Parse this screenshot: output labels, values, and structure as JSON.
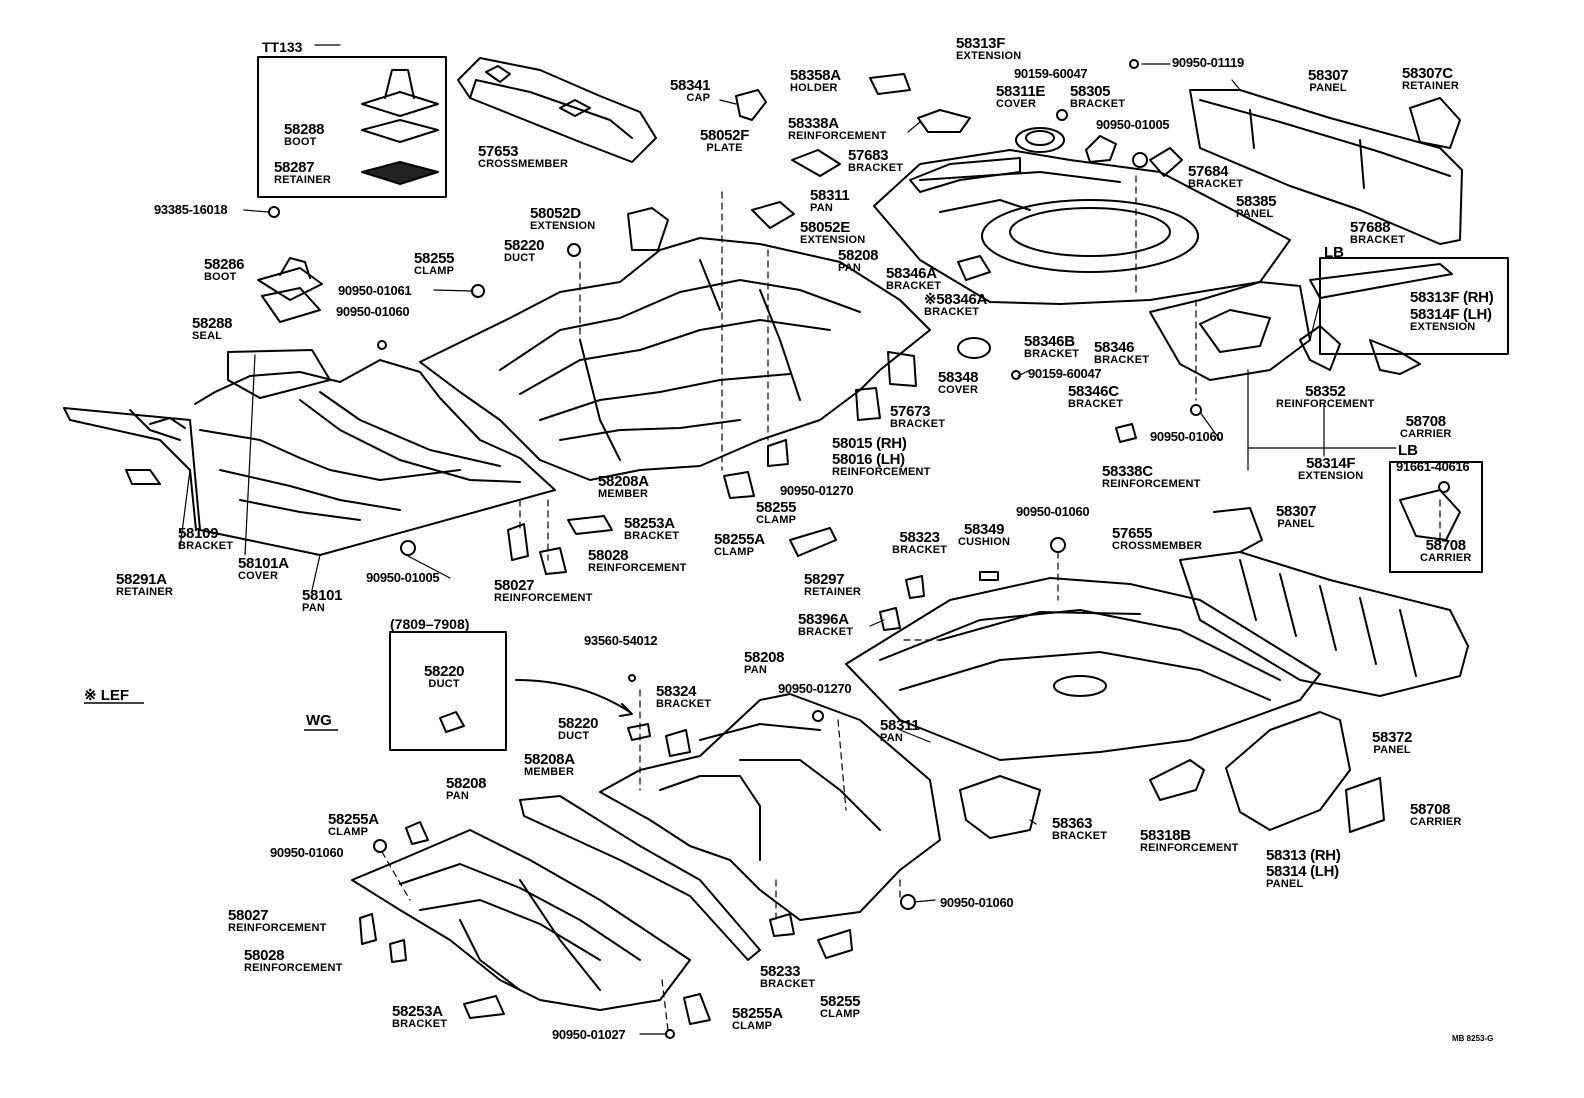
{
  "diagram": {
    "footer_code": "MB 8253-G",
    "insets": {
      "tt133": "TT133",
      "date_range": "(7809–7908)",
      "lef_note": "※ LEF",
      "wg_note": "WG",
      "lb_top": "LB",
      "lb_bottom": "LB"
    },
    "parts": [
      {
        "num": "TT133",
        "desc": ""
      },
      {
        "num": "58288",
        "desc": "BOOT"
      },
      {
        "num": "58287",
        "desc": "RETAINER"
      },
      {
        "num": "93385-16018",
        "desc": ""
      },
      {
        "num": "57653",
        "desc": "CROSSMEMBER"
      },
      {
        "num": "58341",
        "desc": "CAP"
      },
      {
        "num": "58052F",
        "desc": "PLATE"
      },
      {
        "num": "58358A",
        "desc": "HOLDER"
      },
      {
        "num": "58338A",
        "desc": "REINFORCEMENT"
      },
      {
        "num": "57683",
        "desc": "BRACKET"
      },
      {
        "num": "58313F",
        "desc": "EXTENSION"
      },
      {
        "num": "90159-60047",
        "desc": ""
      },
      {
        "num": "58311E",
        "desc": "COVER"
      },
      {
        "num": "58305",
        "desc": "BRACKET"
      },
      {
        "num": "90950-01119",
        "desc": ""
      },
      {
        "num": "90950-01005",
        "desc": ""
      },
      {
        "num": "58307",
        "desc": "PANEL"
      },
      {
        "num": "58307C",
        "desc": "RETAINER"
      },
      {
        "num": "57684",
        "desc": "BRACKET"
      },
      {
        "num": "58385",
        "desc": "PANEL"
      },
      {
        "num": "58311",
        "desc": "PAN"
      },
      {
        "num": "58052D",
        "desc": "EXTENSION"
      },
      {
        "num": "58052E",
        "desc": "EXTENSION"
      },
      {
        "num": "58208",
        "desc": "PAN"
      },
      {
        "num": "57688",
        "desc": "BRACKET"
      },
      {
        "num": "58220",
        "desc": "DUCT"
      },
      {
        "num": "58255",
        "desc": "CLAMP"
      },
      {
        "num": "58286",
        "desc": "BOOT"
      },
      {
        "num": "90950-01061",
        "desc": ""
      },
      {
        "num": "90950-01060",
        "desc": ""
      },
      {
        "num": "58288",
        "desc": "SEAL"
      },
      {
        "num": "58346A",
        "desc": "BRACKET"
      },
      {
        "num": "※58346A",
        "desc": "BRACKET"
      },
      {
        "num": "58313F (RH)",
        "desc": ""
      },
      {
        "num": "58314F (LH)",
        "desc": "EXTENSION"
      },
      {
        "num": "58348",
        "desc": "COVER"
      },
      {
        "num": "58346B",
        "desc": "BRACKET"
      },
      {
        "num": "58346",
        "desc": "BRACKET"
      },
      {
        "num": "90159-60047",
        "desc": ""
      },
      {
        "num": "58346C",
        "desc": "BRACKET"
      },
      {
        "num": "58352",
        "desc": "REINFORCEMENT"
      },
      {
        "num": "58708",
        "desc": "CARRIER"
      },
      {
        "num": "57673",
        "desc": "BRACKET"
      },
      {
        "num": "58015 (RH)",
        "desc": ""
      },
      {
        "num": "58016 (LH)",
        "desc": "REINFORCEMENT"
      },
      {
        "num": "90950-01060",
        "desc": ""
      },
      {
        "num": "58338C",
        "desc": "REINFORCEMENT"
      },
      {
        "num": "58314F",
        "desc": "EXTENSION"
      },
      {
        "num": "91661-40616",
        "desc": ""
      },
      {
        "num": "58708",
        "desc": "CARRIER"
      },
      {
        "num": "58208A",
        "desc": "MEMBER"
      },
      {
        "num": "58255",
        "desc": "CLAMP"
      },
      {
        "num": "90950-01270",
        "desc": ""
      },
      {
        "num": "58255A",
        "desc": "CLAMP"
      },
      {
        "num": "58109",
        "desc": "BRACKET"
      },
      {
        "num": "58101A",
        "desc": "COVER"
      },
      {
        "num": "58291A",
        "desc": "RETAINER"
      },
      {
        "num": "58101",
        "desc": "PAN"
      },
      {
        "num": "90950-01005",
        "desc": ""
      },
      {
        "num": "58253A",
        "desc": "BRACKET"
      },
      {
        "num": "58028",
        "desc": "REINFORCEMENT"
      },
      {
        "num": "58027",
        "desc": "REINFORCEMENT"
      },
      {
        "num": "58297",
        "desc": "RETAINER"
      },
      {
        "num": "58323",
        "desc": "BRACKET"
      },
      {
        "num": "58349",
        "desc": "CUSHION"
      },
      {
        "num": "90950-01060",
        "desc": ""
      },
      {
        "num": "57655",
        "desc": "CROSSMEMBER"
      },
      {
        "num": "58307",
        "desc": "PANEL"
      },
      {
        "num": "58396A",
        "desc": "BRACKET"
      },
      {
        "num": "58220",
        "desc": "DUCT"
      },
      {
        "num": "93560-54012",
        "desc": ""
      },
      {
        "num": "58208",
        "desc": "PAN"
      },
      {
        "num": "58324",
        "desc": "BRACKET"
      },
      {
        "num": "90950-01270",
        "desc": ""
      },
      {
        "num": "58220",
        "desc": "DUCT"
      },
      {
        "num": "58311",
        "desc": "PAN"
      },
      {
        "num": "58372",
        "desc": "PANEL"
      },
      {
        "num": "58208A",
        "desc": "MEMBER"
      },
      {
        "num": "58208",
        "desc": "PAN"
      },
      {
        "num": "58255A",
        "desc": "CLAMP"
      },
      {
        "num": "90950-01060",
        "desc": ""
      },
      {
        "num": "58363",
        "desc": "BRACKET"
      },
      {
        "num": "58318B",
        "desc": "REINFORCEMENT"
      },
      {
        "num": "58313 (RH)",
        "desc": ""
      },
      {
        "num": "58314 (LH)",
        "desc": "PANEL"
      },
      {
        "num": "58708",
        "desc": "CARRIER"
      },
      {
        "num": "58027",
        "desc": "REINFORCEMENT"
      },
      {
        "num": "58028",
        "desc": "REINFORCEMENT"
      },
      {
        "num": "90950-01060",
        "desc": ""
      },
      {
        "num": "58233",
        "desc": "BRACKET"
      },
      {
        "num": "58255",
        "desc": "CLAMP"
      },
      {
        "num": "58253A",
        "desc": "BRACKET"
      },
      {
        "num": "58255A",
        "desc": "CLAMP"
      },
      {
        "num": "90950-01027",
        "desc": ""
      }
    ]
  }
}
